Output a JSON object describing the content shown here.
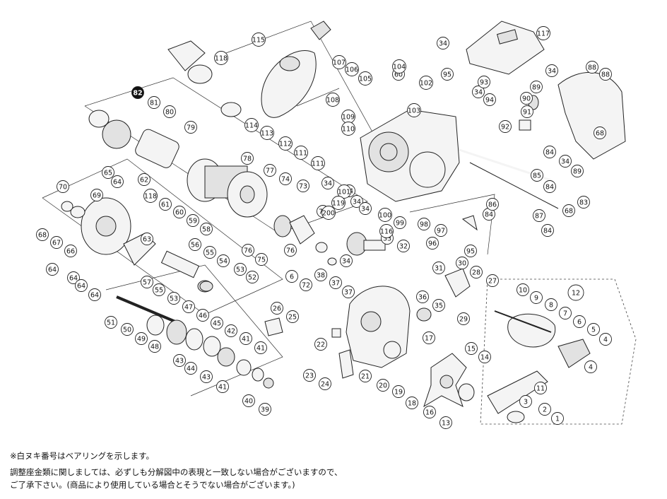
{
  "notes": {
    "bearing_note": "※白ヌキ番号はベアリングを示します。",
    "washer_note_line1": "調整座金類に関しましては、必ずしも分解図中の表現と一致しない場合がございますので、",
    "washer_note_line2": "ご了承下さい。(商品により使用している場合とそうでない場合がございます。)"
  },
  "callouts": [
    {
      "n": "1"
    },
    {
      "n": "2"
    },
    {
      "n": "3"
    },
    {
      "n": "4"
    },
    {
      "n": "4"
    },
    {
      "n": "5"
    },
    {
      "n": "6"
    },
    {
      "n": "7"
    },
    {
      "n": "8"
    },
    {
      "n": "9"
    },
    {
      "n": "10"
    },
    {
      "n": "11"
    },
    {
      "n": "12"
    },
    {
      "n": "13"
    },
    {
      "n": "14"
    },
    {
      "n": "15"
    },
    {
      "n": "16"
    },
    {
      "n": "17"
    },
    {
      "n": "18"
    },
    {
      "n": "19"
    },
    {
      "n": "20"
    },
    {
      "n": "21"
    },
    {
      "n": "22"
    },
    {
      "n": "23"
    },
    {
      "n": "24"
    },
    {
      "n": "25"
    },
    {
      "n": "26"
    },
    {
      "n": "27"
    },
    {
      "n": "28"
    },
    {
      "n": "29"
    },
    {
      "n": "30"
    },
    {
      "n": "31"
    },
    {
      "n": "32"
    },
    {
      "n": "33"
    },
    {
      "n": "34"
    },
    {
      "n": "34"
    },
    {
      "n": "34"
    },
    {
      "n": "34"
    },
    {
      "n": "34"
    },
    {
      "n": "34"
    },
    {
      "n": "34"
    },
    {
      "n": "34"
    },
    {
      "n": "34"
    },
    {
      "n": "35"
    },
    {
      "n": "36"
    },
    {
      "n": "37"
    },
    {
      "n": "37"
    },
    {
      "n": "38"
    },
    {
      "n": "39"
    },
    {
      "n": "40"
    },
    {
      "n": "41"
    },
    {
      "n": "41"
    },
    {
      "n": "41"
    },
    {
      "n": "42"
    },
    {
      "n": "43"
    },
    {
      "n": "43"
    },
    {
      "n": "44"
    },
    {
      "n": "45"
    },
    {
      "n": "46"
    },
    {
      "n": "47"
    },
    {
      "n": "48"
    },
    {
      "n": "49"
    },
    {
      "n": "50"
    },
    {
      "n": "51"
    },
    {
      "n": "52"
    },
    {
      "n": "53"
    },
    {
      "n": "53"
    },
    {
      "n": "54"
    },
    {
      "n": "55"
    },
    {
      "n": "55"
    },
    {
      "n": "56"
    },
    {
      "n": "57"
    },
    {
      "n": "58"
    },
    {
      "n": "59"
    },
    {
      "n": "60"
    },
    {
      "n": "60"
    },
    {
      "n": "61"
    },
    {
      "n": "62"
    },
    {
      "n": "63"
    },
    {
      "n": "64"
    },
    {
      "n": "64"
    },
    {
      "n": "64"
    },
    {
      "n": "64"
    },
    {
      "n": "64"
    },
    {
      "n": "65"
    },
    {
      "n": "66"
    },
    {
      "n": "67"
    },
    {
      "n": "68"
    },
    {
      "n": "68"
    },
    {
      "n": "68"
    },
    {
      "n": "69"
    },
    {
      "n": "70"
    },
    {
      "n": "71"
    },
    {
      "n": "72"
    },
    {
      "n": "73"
    },
    {
      "n": "74"
    },
    {
      "n": "75"
    },
    {
      "n": "76"
    },
    {
      "n": "76"
    },
    {
      "n": "77"
    },
    {
      "n": "78"
    },
    {
      "n": "79"
    },
    {
      "n": "80"
    },
    {
      "n": "81"
    },
    {
      "n": "82"
    },
    {
      "n": "83"
    },
    {
      "n": "84"
    },
    {
      "n": "84"
    },
    {
      "n": "84"
    },
    {
      "n": "84"
    },
    {
      "n": "85"
    },
    {
      "n": "86"
    },
    {
      "n": "87"
    },
    {
      "n": "88"
    },
    {
      "n": "88"
    },
    {
      "n": "89"
    },
    {
      "n": "89"
    },
    {
      "n": "90"
    },
    {
      "n": "91"
    },
    {
      "n": "92"
    },
    {
      "n": "93"
    },
    {
      "n": "94"
    },
    {
      "n": "95"
    },
    {
      "n": "95"
    },
    {
      "n": "96"
    },
    {
      "n": "97"
    },
    {
      "n": "98"
    },
    {
      "n": "99"
    },
    {
      "n": "100"
    },
    {
      "n": "101"
    },
    {
      "n": "102"
    },
    {
      "n": "103"
    },
    {
      "n": "104"
    },
    {
      "n": "105"
    },
    {
      "n": "106"
    },
    {
      "n": "107"
    },
    {
      "n": "108"
    },
    {
      "n": "109"
    },
    {
      "n": "110"
    },
    {
      "n": "111"
    },
    {
      "n": "111"
    },
    {
      "n": "112"
    },
    {
      "n": "113"
    },
    {
      "n": "114"
    },
    {
      "n": "115"
    },
    {
      "n": "116"
    },
    {
      "n": "117"
    },
    {
      "n": "118"
    },
    {
      "n": "118"
    },
    {
      "n": "119"
    },
    {
      "n": "200"
    },
    {
      "n": "6"
    },
    {
      "n": "6"
    },
    {
      "n": "6"
    }
  ],
  "highlighted_callout": "82",
  "colors": {
    "line": "#222222",
    "fill": "#f4f4f4",
    "inverse": "#111111"
  }
}
